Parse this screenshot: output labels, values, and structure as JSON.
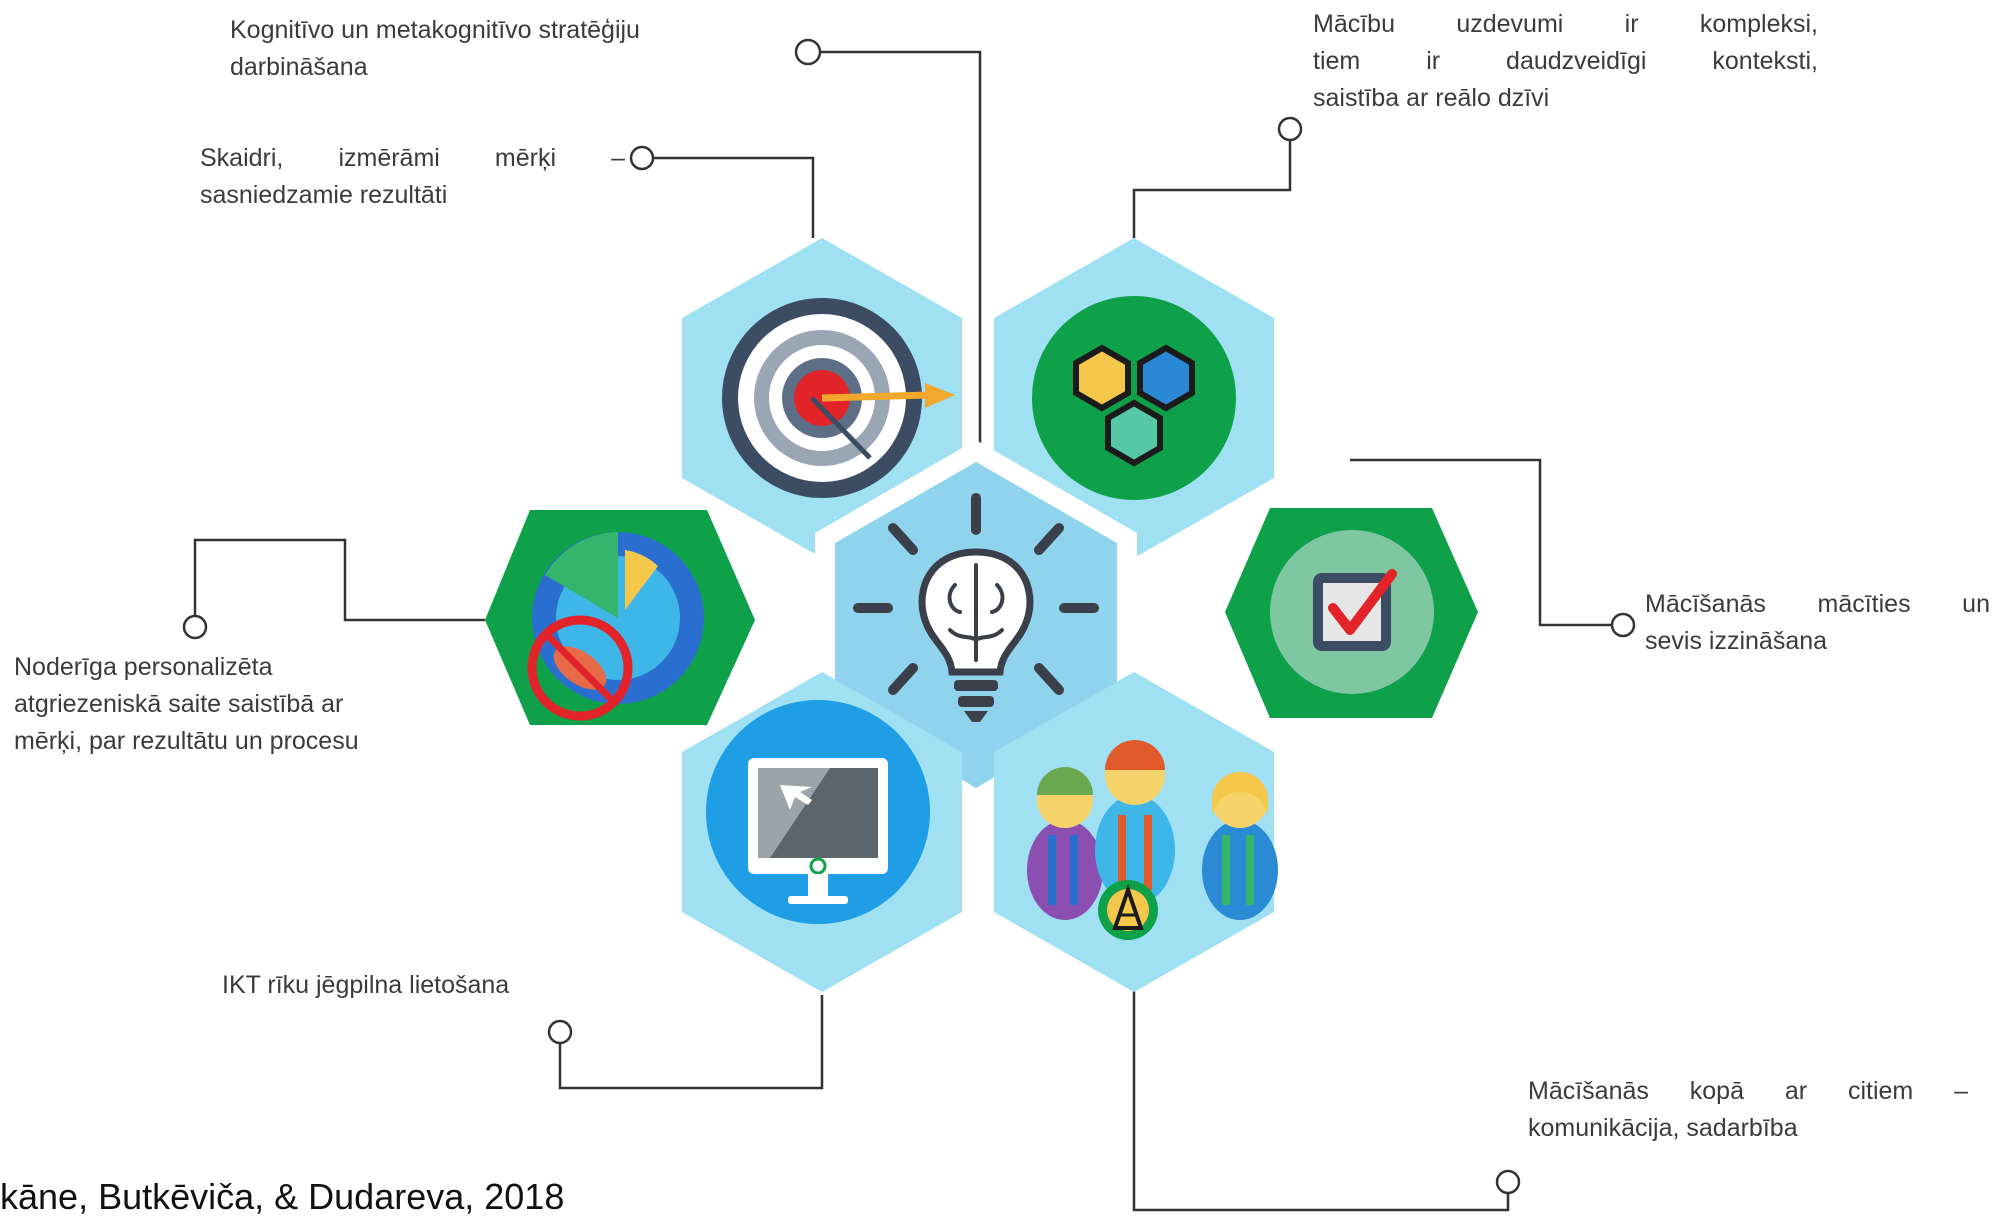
{
  "labels": {
    "cognitive": [
      "Kognitīvo un metakognitīvo stratēģiju",
      "darbināšana"
    ],
    "complex_tasks": [
      "Mācību uzdevumi ir kompleksi,",
      "tiem ir daudzveidīgi konteksti,",
      "saistība ar reālo dzīvi"
    ],
    "goals": [
      "Skaidri, izmērāmi mērķi –",
      "sasniedzamie rezultāti"
    ],
    "feedback": [
      "Noderīga personalizēta",
      "atgriezeniskā saite saistībā ar",
      "mērķi, par rezultātu un procesu"
    ],
    "learning_to_learn": [
      "Mācīšanās mācīties un",
      "sevis izzināšana"
    ],
    "ict": "IKT rīku jēgpilna lietošana",
    "collaboration": [
      "Mācīšanās kopā ar citiem –",
      "komunikācija, sadarbība"
    ]
  },
  "citation": "kāne, Butkēviča, & Dudareva, 2018",
  "colors": {
    "hex_light_blue": "#9fe0f3",
    "hex_green": "#0fa14a",
    "center_blue": "#8fd4ec",
    "bulb": "#3a3f4a",
    "connector": "#333333"
  },
  "icons": [
    "target-icon",
    "hexagon-cluster-icon",
    "lightbulb-brain-icon",
    "checkbox-icon",
    "pie-chart-icon",
    "monitor-icon",
    "team-icon"
  ]
}
